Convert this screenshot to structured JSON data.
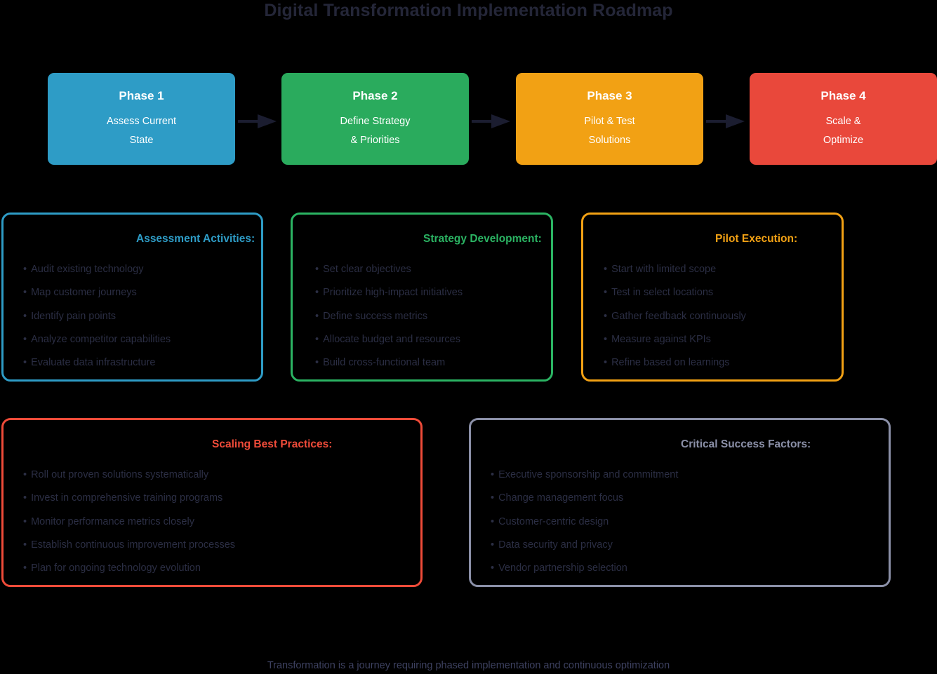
{
  "page": {
    "title": "Digital Transformation Implementation Roadmap",
    "footer_note": "Transformation is a journey requiring phased implementation and continuous optimization",
    "background": "#000000",
    "title_color": "#242638",
    "body_text_color": "#2b2e44",
    "footer_color": "#3d4160"
  },
  "phases": [
    {
      "id": "phase-1",
      "title": "Phase 1",
      "subtitle_line1": "Assess Current",
      "subtitle_line2": "State",
      "color": "#2e9cc6"
    },
    {
      "id": "phase-2",
      "title": "Phase 2",
      "subtitle_line1": "Define Strategy",
      "subtitle_line2": "& Priorities",
      "color": "#2aab5d"
    },
    {
      "id": "phase-3",
      "title": "Phase 3",
      "subtitle_line1": "Pilot & Test",
      "subtitle_line2": "Solutions",
      "color": "#f2a114"
    },
    {
      "id": "phase-4",
      "title": "Phase 4",
      "subtitle_line1": "Scale &",
      "subtitle_line2": "Optimize",
      "color": "#e9483b"
    }
  ],
  "arrows": {
    "color": "#1b1d30",
    "count": 3
  },
  "cards": [
    {
      "id": "card-assessment",
      "title": "Assessment Activities:",
      "accent": "#2e9cc6",
      "items": [
        "Audit existing technology",
        "Map customer journeys",
        "Identify pain points",
        "Analyze competitor capabilities",
        "Evaluate data infrastructure"
      ]
    },
    {
      "id": "card-strategy",
      "title": "Strategy Development:",
      "accent": "#2bb463",
      "items": [
        "Set clear objectives",
        "Prioritize high-impact initiatives",
        "Define success metrics",
        "Allocate budget and resources",
        "Build cross-functional team"
      ]
    },
    {
      "id": "card-pilot",
      "title": "Pilot Execution:",
      "accent": "#f2a114",
      "items": [
        "Start with limited scope",
        "Test in select locations",
        "Gather feedback continuously",
        "Measure against KPIs",
        "Refine based on learnings"
      ]
    },
    {
      "id": "card-scaling",
      "title": "Scaling Best Practices:",
      "accent": "#ef4b39",
      "items": [
        "Roll out proven solutions systematically",
        "Invest in comprehensive training programs",
        "Monitor performance metrics closely",
        "Establish continuous improvement processes",
        "Plan for ongoing technology evolution"
      ]
    },
    {
      "id": "card-critical",
      "title": "Critical Success Factors:",
      "accent": "#8b90a8",
      "items": [
        "Executive sponsorship and commitment",
        "Change management focus",
        "Customer-centric design",
        "Data security and privacy",
        "Vendor partnership selection"
      ]
    }
  ],
  "bullet_glyph": "•"
}
